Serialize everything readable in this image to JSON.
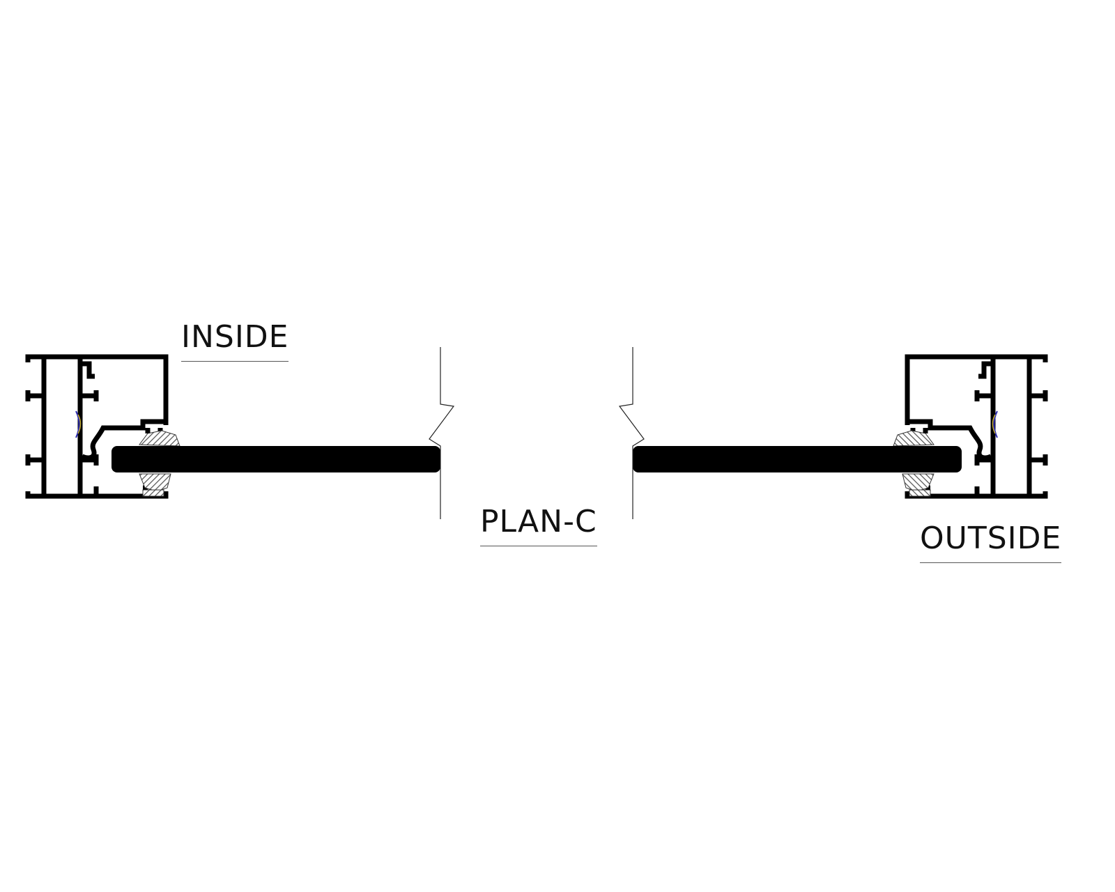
{
  "labels": {
    "inside": "INSIDE",
    "plan": "PLAN-C",
    "outside": "OUTSIDE"
  },
  "colors": {
    "profile": "#000000",
    "hatch": "#555555",
    "shim_blue": "#2a2ab0",
    "shim_yellow": "#c8b030"
  }
}
